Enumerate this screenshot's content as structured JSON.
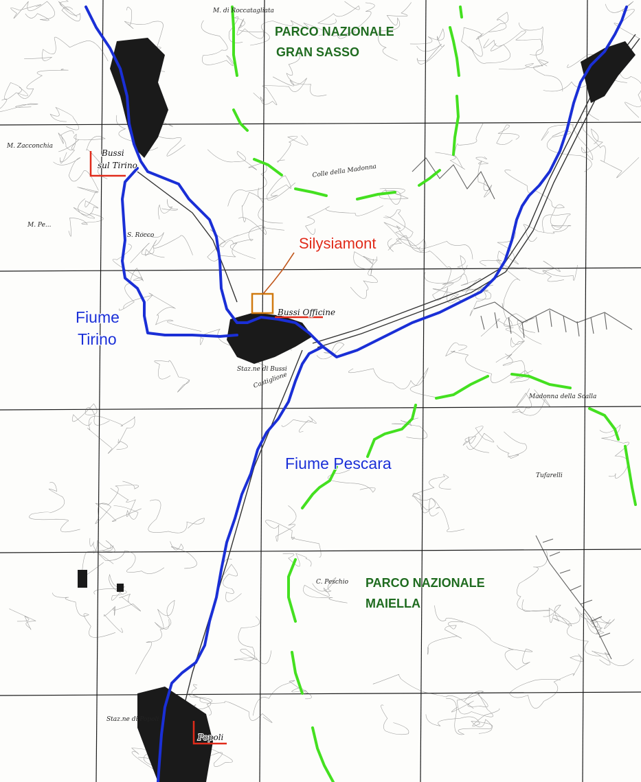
{
  "map": {
    "labels": {
      "park_gran_sasso": "PARCO NAZIONALE GRAN SASSO",
      "park_gran_sasso_l1": "PARCO NAZIONALE",
      "park_gran_sasso_l2": "GRAN SASSO",
      "park_maiella_l1": "PARCO NAZIONALE",
      "park_maiella_l2": "MAIELLA",
      "river_tirino_l1": "Fiume",
      "river_tirino_l2": "Tirino",
      "river_pescara": "Fiume Pescara",
      "site": "Silysiamont",
      "town_bussi_l1": "Bussi",
      "town_bussi_l2": "sul Tirino",
      "town_bussi_officine": "Bussi Officine",
      "town_popoli": "Popoli",
      "peak_roccatagliata": "M. di Roccatagliata",
      "place_colle_madonna": "Colle della Madonna",
      "place_castiglione": "Castiglione",
      "place_pescosansonesco": "Madonna della Scalla",
      "place_tufarelli": "Tufarelli",
      "place_peschio": "C. Peschio",
      "place_stazione_bussi": "Staz.ne di Bussi",
      "place_stazione_popoli": "Staz.ne di Popoli",
      "place_zacconchio": "M. Zacconchia",
      "place_rocca": "S. Rocco",
      "place_mont_pe": "M. Pe..."
    },
    "colors": {
      "river": "#1a2fd6",
      "park_boundary": "#44e020",
      "park_text": "#1f6b1f",
      "marker": "#e02b1a",
      "settlement": "#1a1a1a"
    },
    "legend_icons": [
      "river-line-icon",
      "park-boundary-icon",
      "town-marker-icon",
      "site-marker-icon"
    ]
  }
}
